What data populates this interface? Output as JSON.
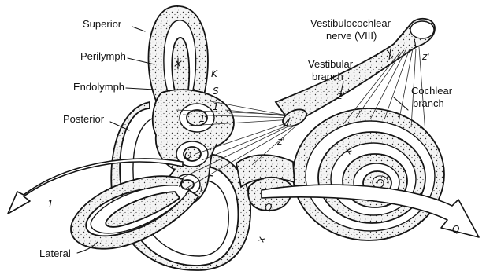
{
  "labels": {
    "superior": "Superior",
    "perilymph": "Perilymph",
    "endolymph": "Endolymph",
    "posterior": "Posterior",
    "lateral": "Lateral",
    "nerve_line1": "Vestibulocochlear",
    "nerve_line2": "nerve (VIII)",
    "vestibular_line1": "Vestibular",
    "vestibular_line2": "branch",
    "cochlear_line1": "Cochlear",
    "cochlear_line2": "branch"
  },
  "annotations": {
    "k": "K",
    "s": "S",
    "one": "1",
    "z_prime": "z'",
    "q": "Q",
    "i": "i"
  },
  "colors": {
    "ink": "#141414",
    "background": "#ffffff"
  }
}
